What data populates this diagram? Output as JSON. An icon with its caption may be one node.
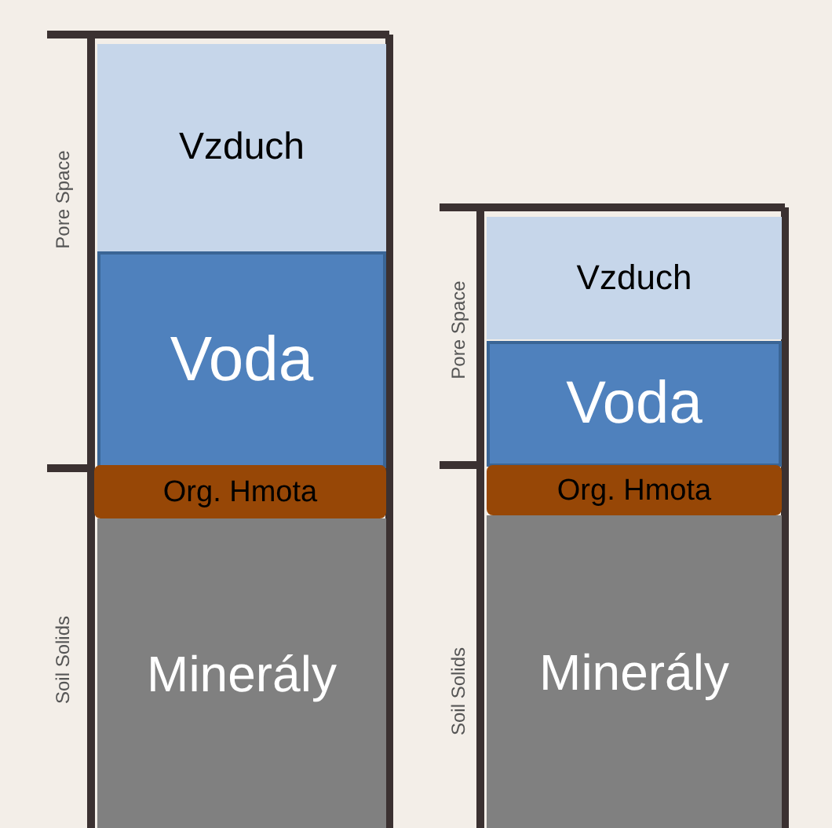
{
  "diagram": {
    "nodes": [
      {
        "text": [
          "Vzduch"
        ]
      },
      {
        "text": [
          "Voda"
        ]
      },
      {
        "text": [
          "Org. Hmota"
        ]
      },
      {
        "text": [
          "Minerály"
        ]
      },
      {
        "text": [
          "Vzduch"
        ]
      },
      {
        "text": [
          "Voda"
        ]
      },
      {
        "text": [
          "Org. Hmota"
        ]
      },
      {
        "text": [
          "Minerály"
        ]
      }
    ],
    "labels": [
      "Pore Space",
      "Soil Solids",
      "Pore Space",
      "Soil Solids"
    ]
  }
}
